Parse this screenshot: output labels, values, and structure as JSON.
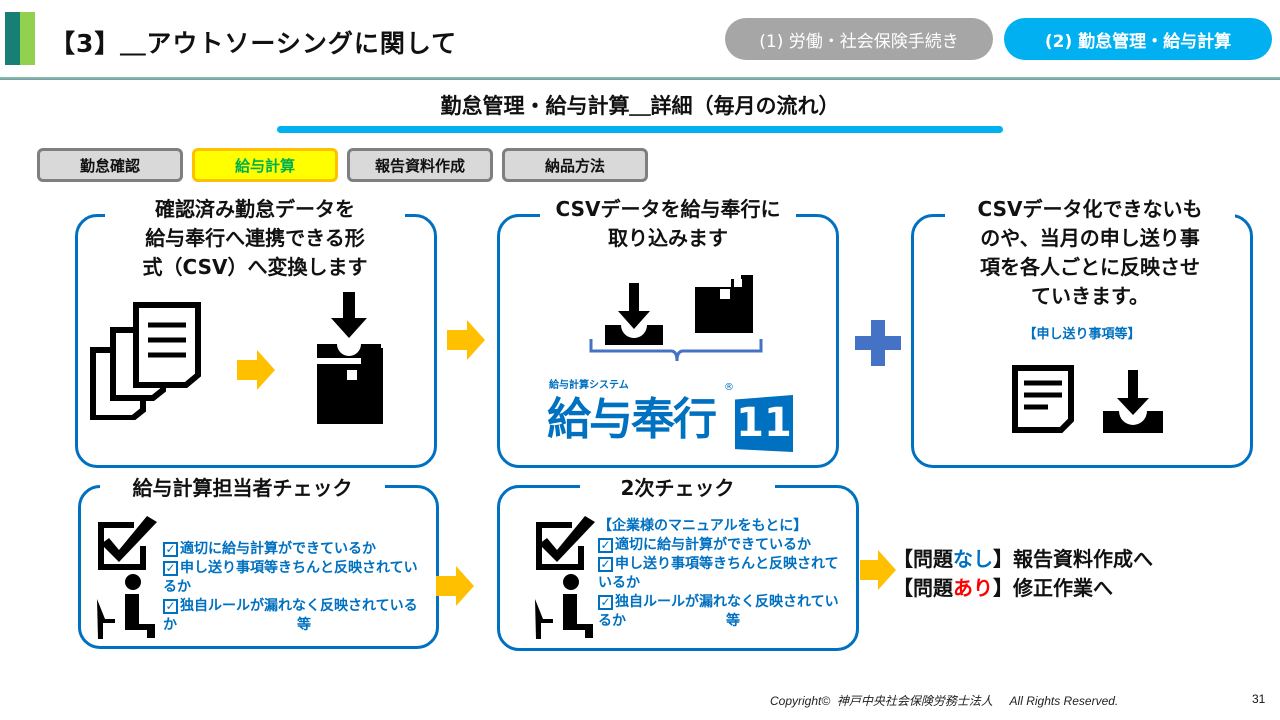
{
  "header": {
    "title": "【3】＿アウトソーシングに関して",
    "pills": [
      "(1) 労働・社会保険手続き",
      "(2) 勤怠管理・給与計算"
    ],
    "pill_colors": [
      "#a6a6a6",
      "#00b0f0"
    ]
  },
  "subtitle": "勤怠管理・給与計算＿詳細（毎月の流れ）",
  "tabs": [
    "勤怠確認",
    "給与計算",
    "報告資料作成",
    "納品方法"
  ],
  "box1": {
    "lines": [
      "確認済み勤怠データを",
      "給与奉行へ連携できる形",
      "式（CSV）へ変換します"
    ]
  },
  "box2": {
    "lines": [
      "CSVデータを給与奉行に",
      "取り込みます"
    ],
    "logo_caption": "給与計算システム",
    "logo_name": "給与奉行",
    "logo_version": "11",
    "logo_mark": "®"
  },
  "box3": {
    "lines": [
      "CSVデータ化できないも",
      "のや、当月の申し送り事",
      "項を各人ごとに反映させ",
      "ていきます。"
    ],
    "note": "【申し送り事項等】"
  },
  "box4": {
    "title": "給与計算担当者チェック",
    "items": [
      "適切に給与計算ができているか",
      "申し送り事項等きちんと反映されているか",
      "独自ルールが漏れなく反映されているか"
    ],
    "etc": "等"
  },
  "box5": {
    "title": "2次チェック",
    "note": "【企業様のマニュアルをもとに】",
    "items": [
      "適切に給与計算ができているか",
      "申し送り事項等きちんと反映されているか",
      "独自ルールが漏れなく反映されているか"
    ],
    "etc": "等"
  },
  "result": {
    "ok_pre": "【問題",
    "ok_word": "なし",
    "ok_post": "】報告資料作成へ",
    "ng_pre": "【問題",
    "ng_word": "あり",
    "ng_post": "】修正作業へ"
  },
  "checkmark": "✓",
  "footer": {
    "copyright": "Copyright©  神戸中央社会保険労務士法人     All Rights Reserved.",
    "page": "31"
  }
}
